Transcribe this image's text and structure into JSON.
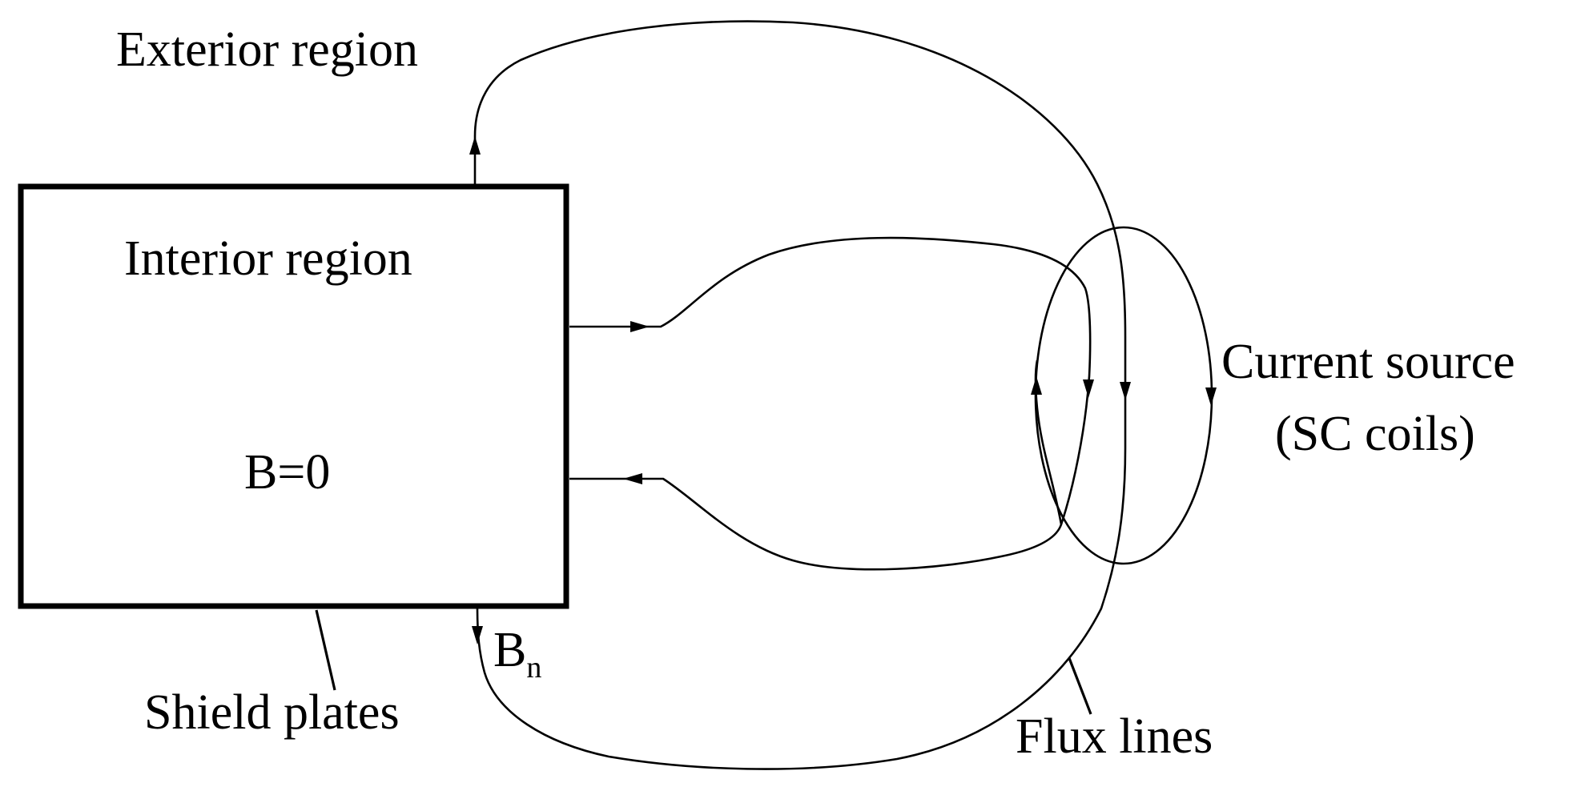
{
  "labels": {
    "exterior_region": "Exterior region",
    "interior_region": "Interior region",
    "b_zero": "B=0",
    "b_n_main": "B",
    "b_n_sub": "n",
    "shield_plates": "Shield plates",
    "current_source_line1": "Current source",
    "current_source_line2": "(SC coils)",
    "flux_lines": "Flux lines"
  },
  "colors": {
    "stroke": "#000000",
    "background": "#ffffff"
  }
}
